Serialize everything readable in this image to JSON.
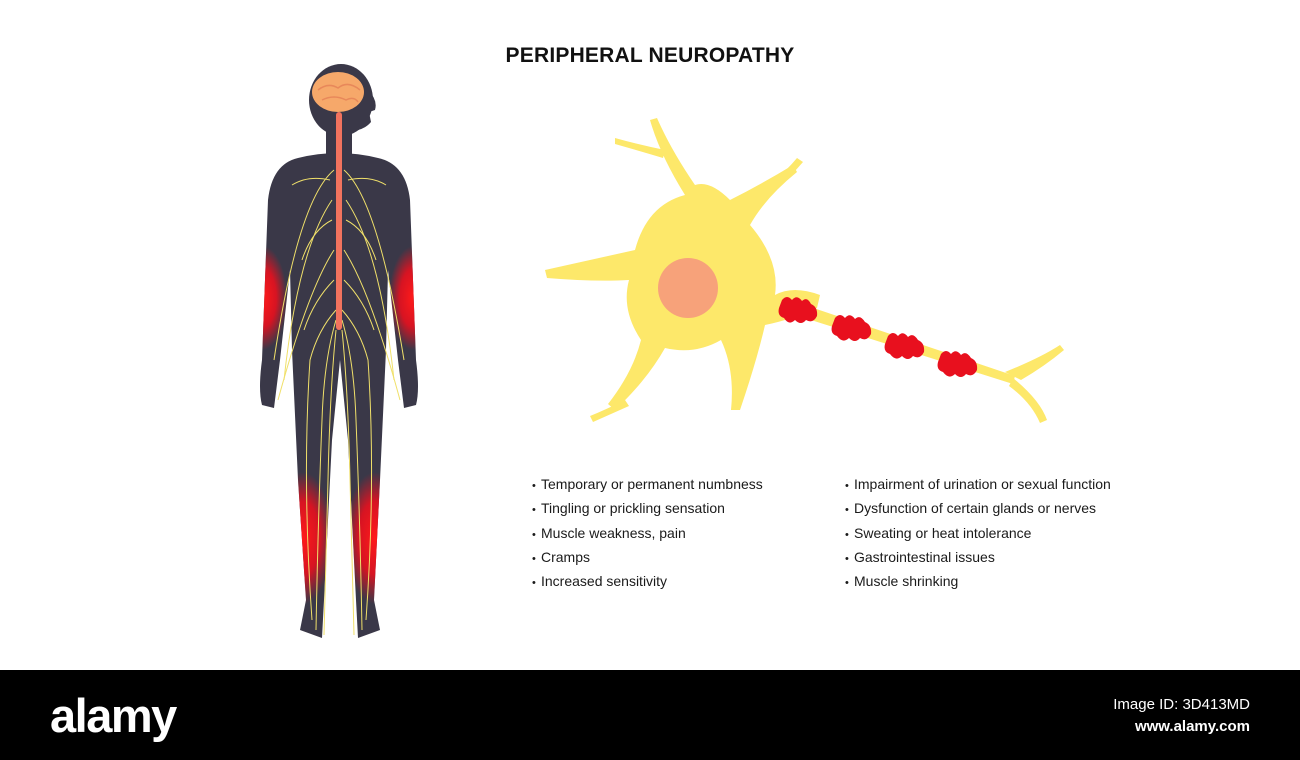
{
  "title": "PERIPHERAL NEUROPATHY",
  "colors": {
    "body": "#3a3848",
    "nerve": "#f0e06a",
    "spinal_cord": "#f2735e",
    "brain": "#f6a86a",
    "neuron": "#fde86a",
    "nucleus": "#f7a27a",
    "damage": "#e8101e"
  },
  "symptoms_left": [
    "Temporary or permanent numbness",
    "Tingling or prickling sensation",
    "Muscle weakness, pain",
    "Cramps",
    "Increased sensitivity"
  ],
  "symptoms_right": [
    "Impairment of urination or sexual function",
    "Dysfunction of certain glands or nerves",
    "Sweating or heat intolerance",
    "Gastrointestinal issues",
    "Muscle shrinking"
  ],
  "footer": {
    "logo": "alamy",
    "image_id": "Image ID: 3D413MD",
    "site": "www.alamy.com"
  }
}
